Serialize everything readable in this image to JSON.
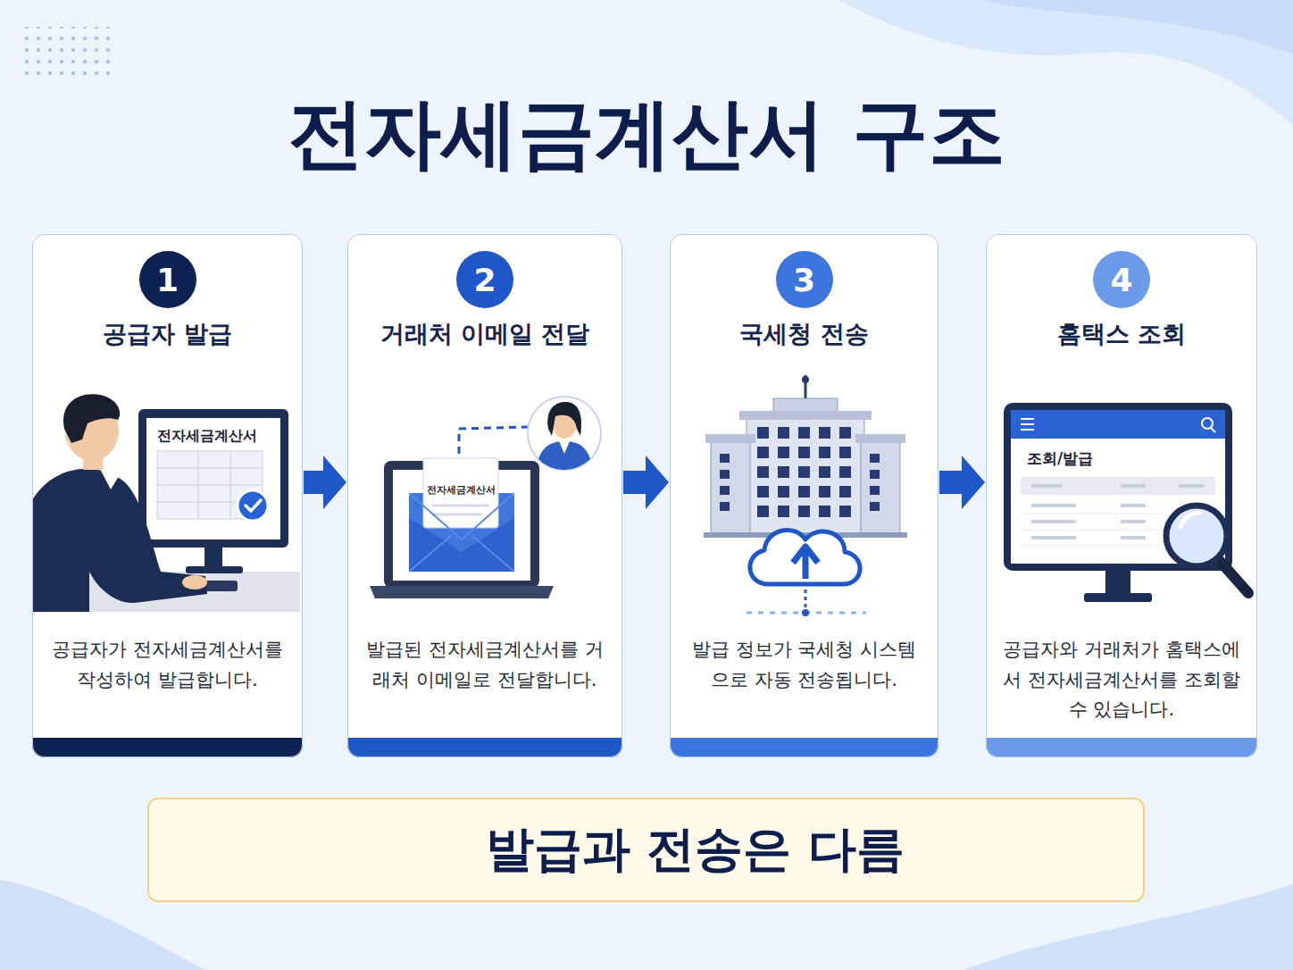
{
  "diagram": {
    "title": "전자세금계산서 구조",
    "nodes": [
      {
        "text": [
          "공급자 발급",
          "공급자가 전자세금계산서를 작성하여 발급합니다."
        ]
      },
      {
        "text": [
          "1"
        ],
        "in": 0
      },
      {
        "text": [
          "거래처 이메일 전달",
          "발급된 전자세금계산서를 거래처 이메일로 전달합니다."
        ]
      },
      {
        "text": [
          "2"
        ],
        "in": 2
      },
      {
        "text": [
          "국세청 전송",
          "발급 정보가 국세청 시스템으로 자동 전송됩니다."
        ]
      },
      {
        "text": [
          "3"
        ],
        "in": 4
      },
      {
        "text": [
          "홈택스 조회",
          "공급자와 거래처가 홈택스에서 전자세금계산서를 조회할 수 있습니다."
        ]
      },
      {
        "text": [
          "4"
        ],
        "in": 6
      },
      {
        "text": [
          "발급과 전송은 다름"
        ]
      }
    ],
    "edges": [
      {
        "from": 0,
        "to": 2,
        "arrow": "to"
      },
      {
        "from": 2,
        "to": 4,
        "arrow": "to"
      },
      {
        "from": 4,
        "to": 6,
        "arrow": "to"
      }
    ],
    "labels": [
      "전자세금계산서",
      "전자세금계산서",
      "조회/발급"
    ]
  }
}
